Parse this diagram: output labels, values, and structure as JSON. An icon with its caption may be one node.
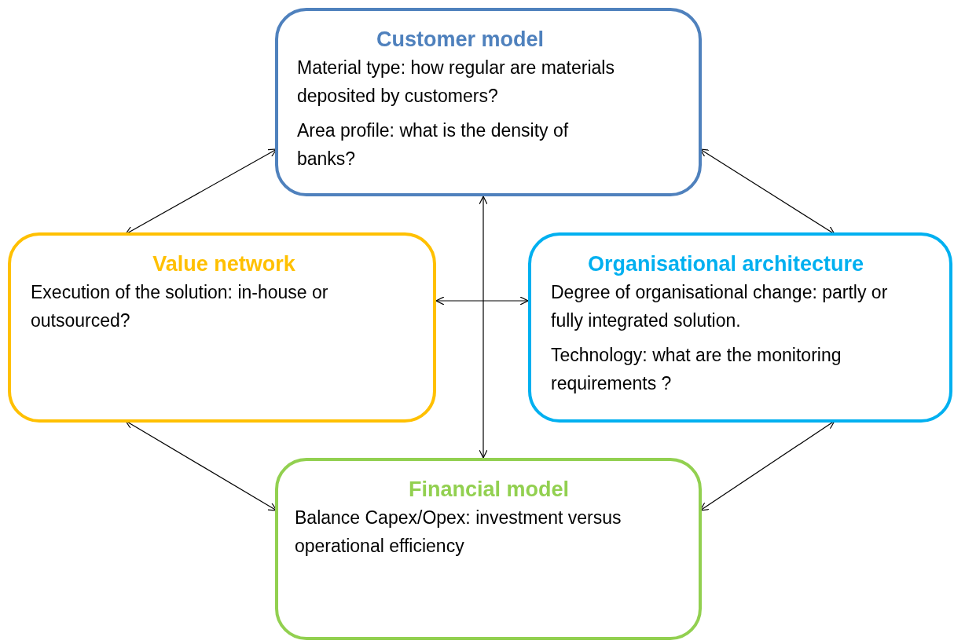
{
  "diagram": {
    "nodes": [
      {
        "text": [
          "Customer model",
          "Material type: how regular are materials deposited by customers?",
          "Area profile: what is the density of banks?"
        ]
      },
      {
        "text": [
          "Value network",
          "Execution of the solution: in-house  or outsourced?"
        ]
      },
      {
        "text": [
          "Organisational architecture",
          "Degree of organisational change: partly or fully integrated solution.",
          "Technology: what are the monitoring requirements ?"
        ]
      },
      {
        "text": [
          "Financial model",
          "Balance Capex/Opex: investment versus operational efficiency"
        ]
      }
    ],
    "edges": [
      {
        "from": 0,
        "to": 1,
        "arrow": "both"
      },
      {
        "from": 0,
        "to": 2,
        "arrow": "both"
      },
      {
        "from": 1,
        "to": 2,
        "arrow": "both"
      },
      {
        "from": 0,
        "to": 3,
        "arrow": "both"
      },
      {
        "from": 1,
        "to": 3,
        "arrow": "both"
      },
      {
        "from": 2,
        "to": 3,
        "arrow": "both"
      }
    ]
  }
}
